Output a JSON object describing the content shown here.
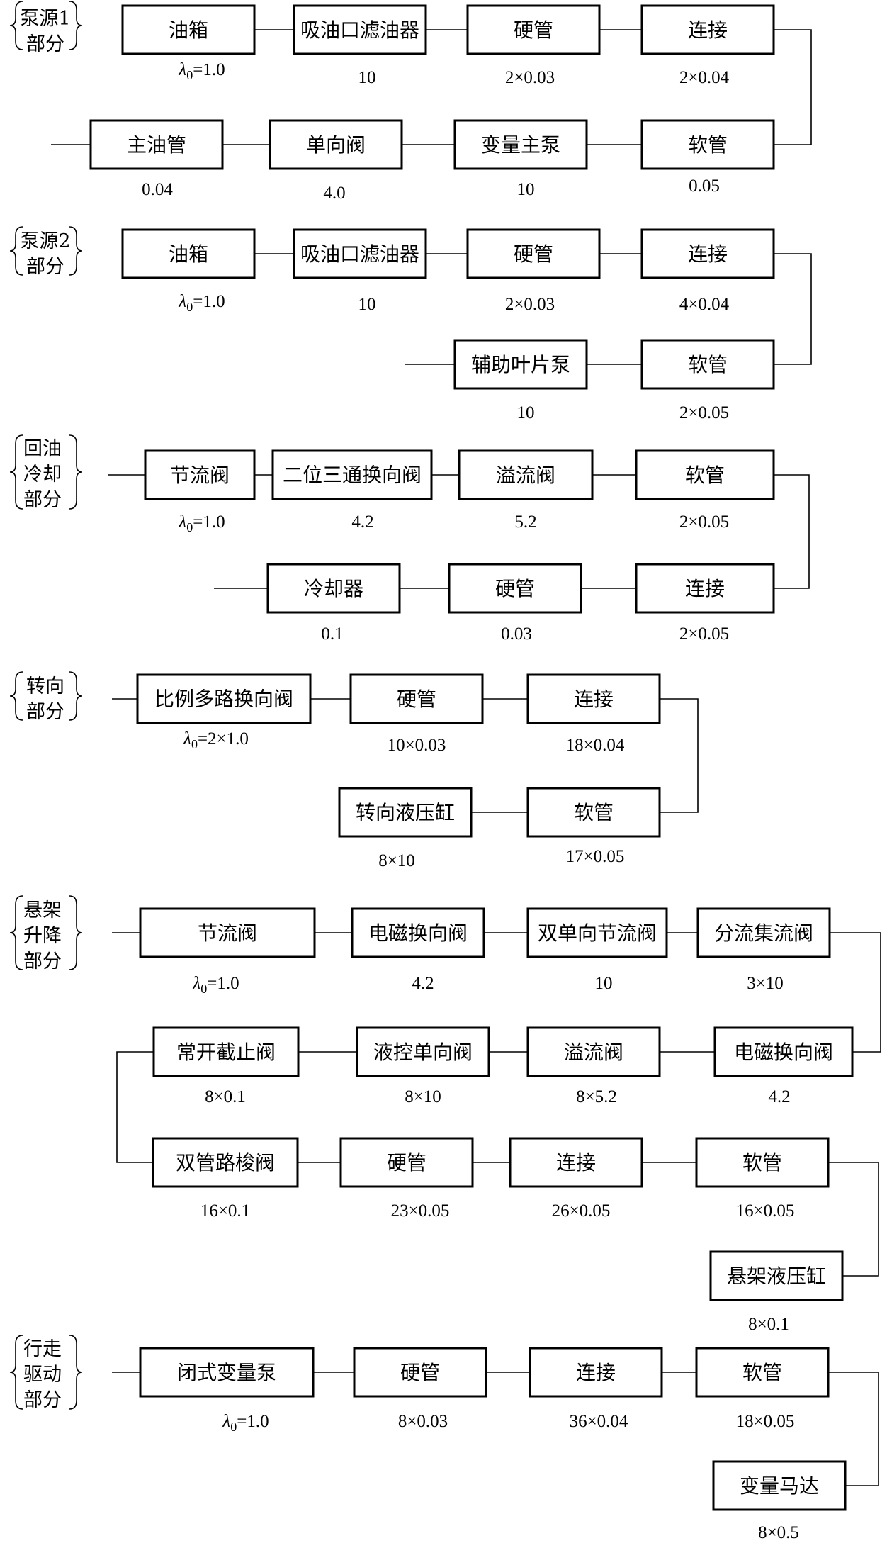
{
  "diagram": {
    "sections": [
      {
        "label_lines": [
          "泵源1",
          "部分"
        ],
        "nodes": [
          {
            "label": "油箱",
            "value": "λ0=1.0"
          },
          {
            "label": "吸油口滤油器",
            "value": "10"
          },
          {
            "label": "硬管",
            "value": "2×0.03"
          },
          {
            "label": "连接",
            "value": "2×0.04"
          },
          {
            "label": "主油管",
            "value": "0.04"
          },
          {
            "label": "单向阀",
            "value": "4.0"
          },
          {
            "label": "变量主泵",
            "value": "10"
          },
          {
            "label": "软管",
            "value": "0.05"
          }
        ]
      },
      {
        "label_lines": [
          "泵源2",
          "部分"
        ],
        "nodes": [
          {
            "label": "油箱",
            "value": "λ0=1.0"
          },
          {
            "label": "吸油口滤油器",
            "value": "10"
          },
          {
            "label": "硬管",
            "value": "2×0.03"
          },
          {
            "label": "连接",
            "value": "4×0.04"
          },
          {
            "label": "辅助叶片泵",
            "value": "10"
          },
          {
            "label": "软管",
            "value": "2×0.05"
          }
        ]
      },
      {
        "label_lines": [
          "回油",
          "冷却",
          "部分"
        ],
        "nodes": [
          {
            "label": "节流阀",
            "value": "λ0=1.0"
          },
          {
            "label": "二位三通换向阀",
            "value": "4.2"
          },
          {
            "label": "溢流阀",
            "value": "5.2"
          },
          {
            "label": "软管",
            "value": "2×0.05"
          },
          {
            "label": "冷却器",
            "value": "0.1"
          },
          {
            "label": "硬管",
            "value": "0.03"
          },
          {
            "label": "连接",
            "value": "2×0.05"
          }
        ]
      },
      {
        "label_lines": [
          "转向",
          "部分"
        ],
        "nodes": [
          {
            "label": "比例多路换向阀",
            "value": "λ0=2×1.0"
          },
          {
            "label": "硬管",
            "value": "10×0.03"
          },
          {
            "label": "连接",
            "value": "18×0.04"
          },
          {
            "label": "转向液压缸",
            "value": "8×10"
          },
          {
            "label": "软管",
            "value": "17×0.05"
          }
        ]
      },
      {
        "label_lines": [
          "悬架",
          "升降",
          "部分"
        ],
        "nodes": [
          {
            "label": "节流阀",
            "value": "λ0=1.0"
          },
          {
            "label": "电磁换向阀",
            "value": "4.2"
          },
          {
            "label": "双单向节流阀",
            "value": "10"
          },
          {
            "label": "分流集流阀",
            "value": "3×10"
          },
          {
            "label": "常开截止阀",
            "value": "8×0.1"
          },
          {
            "label": "液控单向阀",
            "value": "8×10"
          },
          {
            "label": "溢流阀",
            "value": "8×5.2"
          },
          {
            "label": "电磁换向阀",
            "value": "4.2"
          },
          {
            "label": "双管路梭阀",
            "value": "16×0.1"
          },
          {
            "label": "硬管",
            "value": "23×0.05"
          },
          {
            "label": "连接",
            "value": "26×0.05"
          },
          {
            "label": "软管",
            "value": "16×0.05"
          },
          {
            "label": "悬架液压缸",
            "value": "8×0.1"
          }
        ]
      },
      {
        "label_lines": [
          "行走",
          "驱动",
          "部分"
        ],
        "nodes": [
          {
            "label": "闭式变量泵",
            "value": "λ0=1.0"
          },
          {
            "label": "硬管",
            "value": "8×0.03"
          },
          {
            "label": "连接",
            "value": "36×0.04"
          },
          {
            "label": "软管",
            "value": "18×0.05"
          },
          {
            "label": "变量马达",
            "value": "8×0.5"
          }
        ]
      }
    ]
  }
}
